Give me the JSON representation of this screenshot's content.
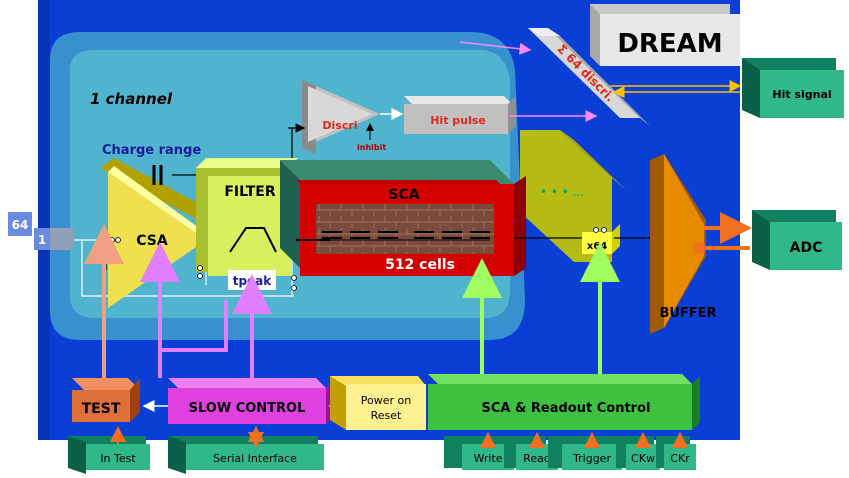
{
  "chip": {
    "title": "DREAM"
  },
  "channel": {
    "label": "1 channel"
  },
  "inputs": {
    "count64": "64",
    "count1": "1"
  },
  "blocks": {
    "charge_range": "Charge range",
    "csa": "CSA",
    "filter": "FILTER",
    "tpeak": "tpeak",
    "discri": "Discri",
    "inhibit": "inhibit",
    "hit_pulse": "Hit pulse",
    "sca": "SCA",
    "sca_cells": "512 cells",
    "mux": "x64",
    "buffer": "BUFFER",
    "discri_sum": "Σ 64 discri.",
    "hit_signal": "Hit signal",
    "adc": "ADC",
    "test": "TEST",
    "slow_control": "SLOW CONTROL",
    "power_on_reset_line1": "Power on",
    "power_on_reset_line2": "Reset",
    "sca_readout": "SCA & Readout Control"
  },
  "pins": {
    "in_test": "In Test",
    "serial_interface": "Serial Interface",
    "write": "Write",
    "read": "Read",
    "trigger": "Trigger",
    "ckw": "CKw",
    "ckr": "CKr"
  },
  "colors": {
    "chip_bg": "#0a3fd6",
    "channel_bg": "#5fd4c8",
    "sca_red": "#d40000",
    "sca_green": "#2fb38a",
    "filter_yellow": "#d8f060",
    "test_orange": "#e0703a",
    "slow_control_magenta": "#e040e0",
    "buffer_orange": "#e88a00",
    "label_red": "#e0281a",
    "label_blue": "#1a1a9a"
  }
}
